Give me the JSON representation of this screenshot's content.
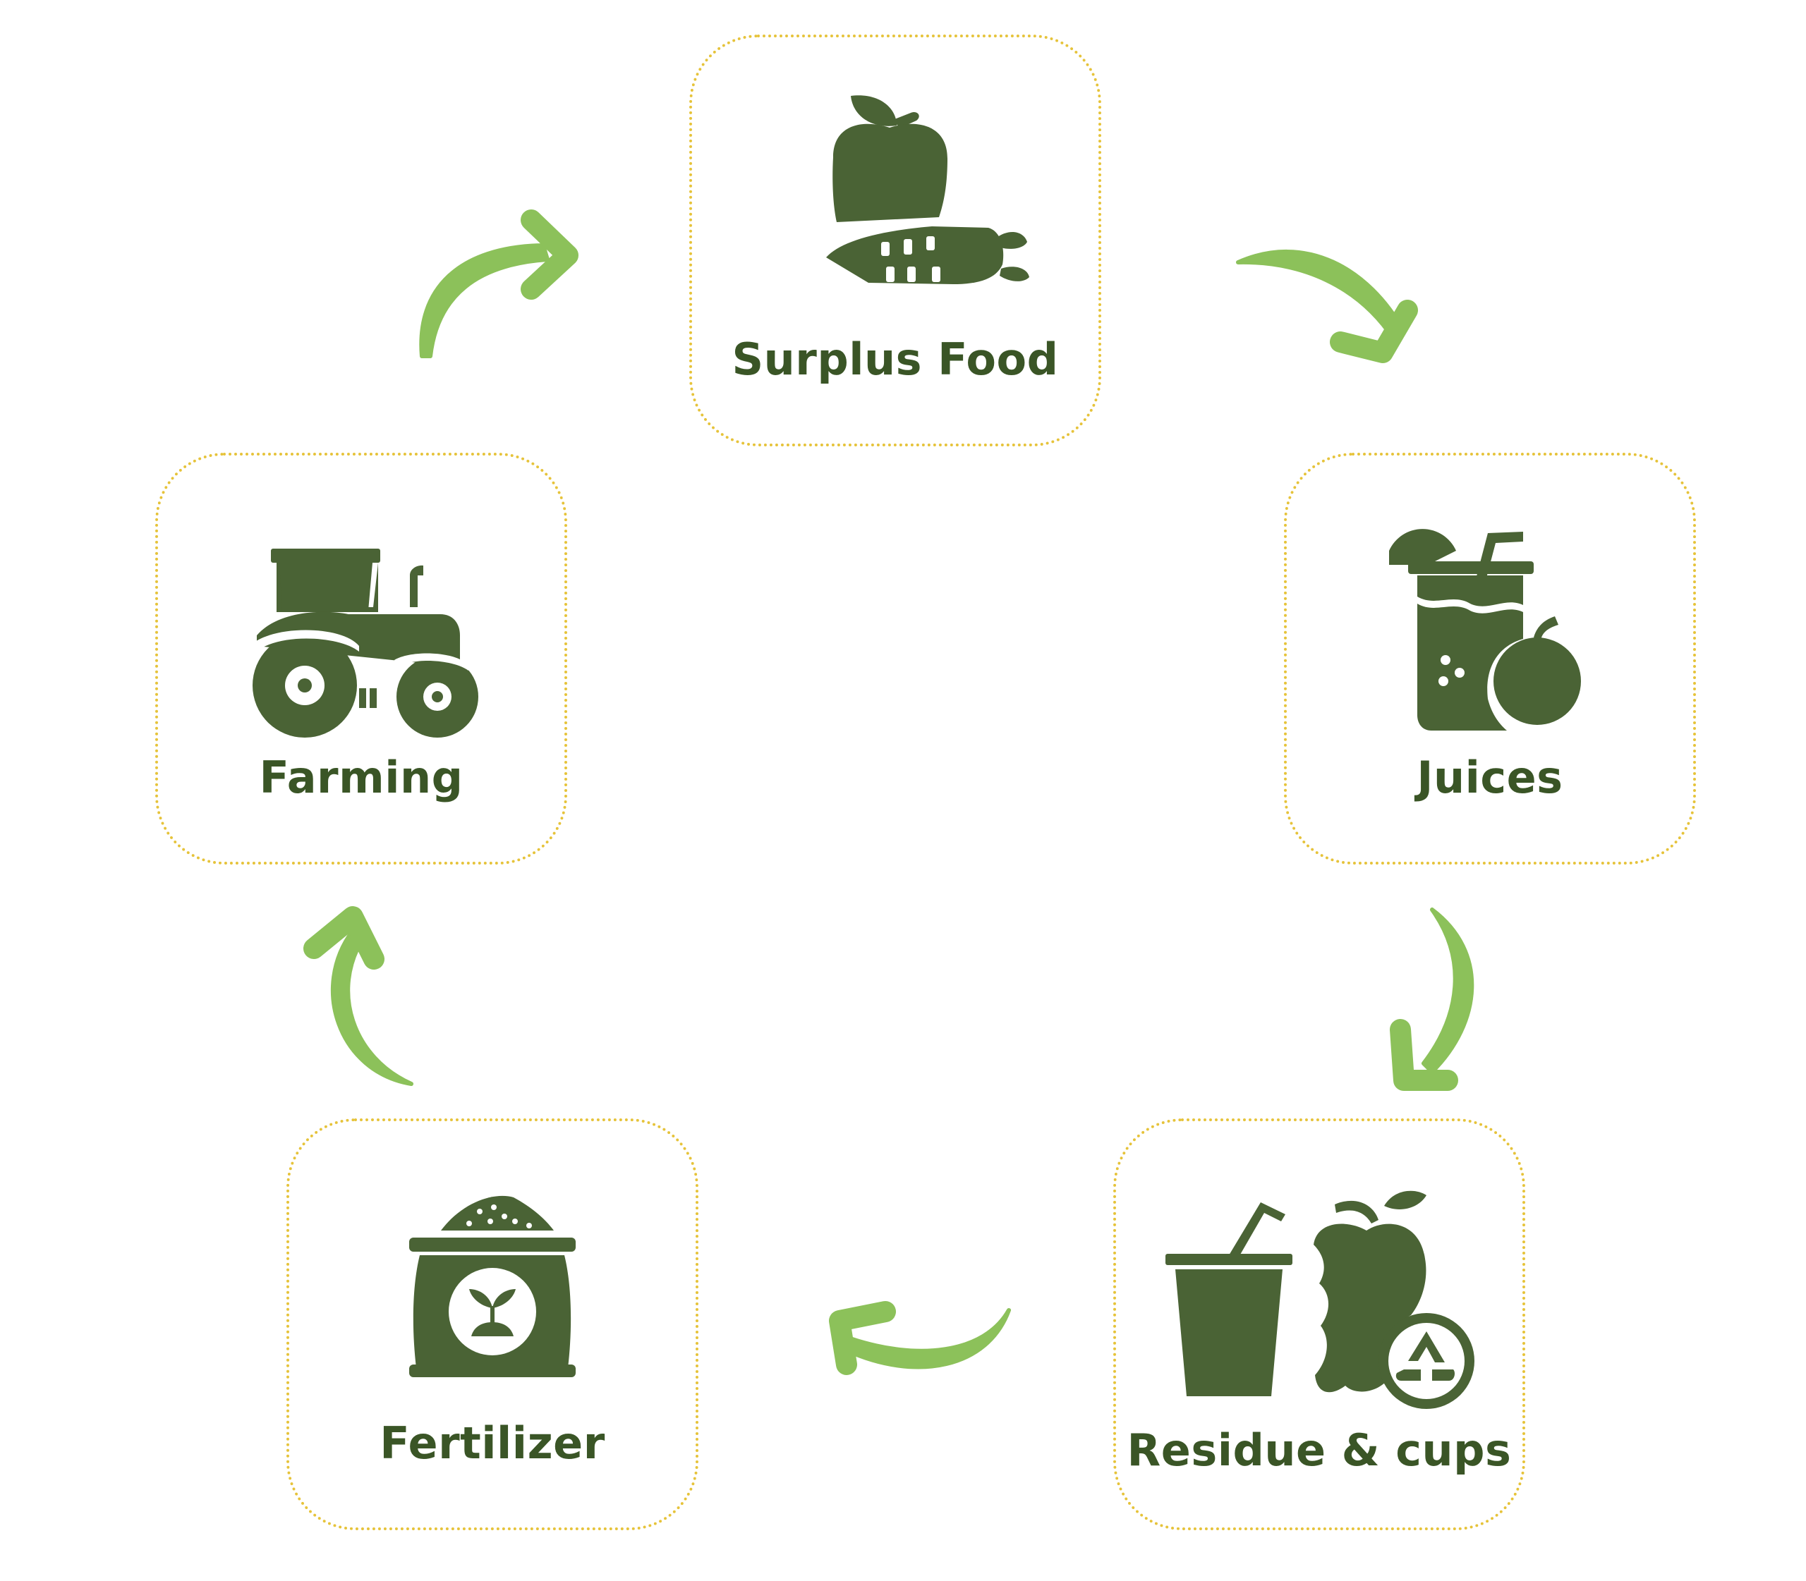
{
  "colors": {
    "icon_fill": "#4a6335",
    "label_text": "#3a5526",
    "arrow_fill": "#8cc15a",
    "card_border": "#e6c33a"
  },
  "cycle": {
    "steps": [
      {
        "id": "surplus",
        "label": "Surplus Food",
        "icon": "apple-carrot-icon"
      },
      {
        "id": "juices",
        "label": "Juices",
        "icon": "juice-glass-icon"
      },
      {
        "id": "residue",
        "label": "Residue & cups",
        "icon": "cup-apple-core-recycle-icon"
      },
      {
        "id": "fertilizer",
        "label": "Fertilizer",
        "icon": "fertilizer-bag-icon"
      },
      {
        "id": "farming",
        "label": "Farming",
        "icon": "tractor-icon"
      }
    ],
    "arrows": [
      {
        "from": "surplus",
        "to": "juices"
      },
      {
        "from": "juices",
        "to": "residue"
      },
      {
        "from": "residue",
        "to": "fertilizer"
      },
      {
        "from": "fertilizer",
        "to": "farming"
      },
      {
        "from": "farming",
        "to": "surplus"
      }
    ]
  }
}
